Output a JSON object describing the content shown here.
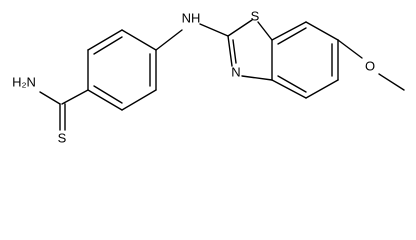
{
  "structure": {
    "atom_labels": {
      "amide_n": "H₂N",
      "thio_s": "S",
      "amine_nh": "NH",
      "ring_s": "S",
      "ring_n": "N",
      "ether_o": "O"
    },
    "colors": {
      "bond": "#000000",
      "label": "#000000",
      "background": "#ffffff"
    }
  }
}
